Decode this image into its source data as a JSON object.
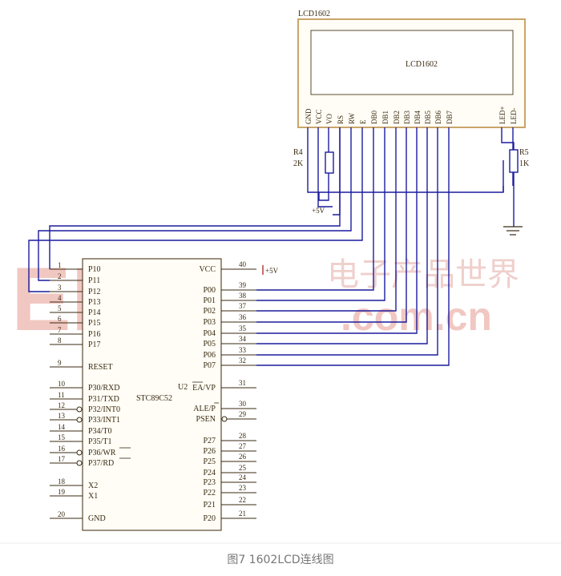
{
  "lcd": {
    "title": "LCD1602",
    "screen_label": "LCD1602",
    "pins": [
      "GND",
      "VCC",
      "VO",
      "RS",
      "RW",
      "E",
      "DB0",
      "DB1",
      "DB2",
      "DB3",
      "DB4",
      "DB5",
      "DB6",
      "DB7",
      "LED+",
      "LED-"
    ]
  },
  "resistors": {
    "r4_name": "R4",
    "r4_value": "2K",
    "r5_name": "R5",
    "r5_value": "1K"
  },
  "supply": {
    "plus5_top": "+5V",
    "plus5_vcc": "+5V"
  },
  "mcu": {
    "ref": "U2",
    "part": "STC89C52",
    "left_pins": [
      {
        "num": "1",
        "name": "P10"
      },
      {
        "num": "2",
        "name": "P11"
      },
      {
        "num": "3",
        "name": "P12"
      },
      {
        "num": "4",
        "name": "P13"
      },
      {
        "num": "5",
        "name": "P14"
      },
      {
        "num": "6",
        "name": "P15"
      },
      {
        "num": "7",
        "name": "P16"
      },
      {
        "num": "8",
        "name": "P17"
      },
      {
        "num": "9",
        "name": "RESET"
      },
      {
        "num": "10",
        "name": "P30/RXD"
      },
      {
        "num": "11",
        "name": "P31/TXD"
      },
      {
        "num": "12",
        "name": "P32/INT0"
      },
      {
        "num": "13",
        "name": "P33/INT1"
      },
      {
        "num": "14",
        "name": "P34/T0"
      },
      {
        "num": "15",
        "name": "P35/T1"
      },
      {
        "num": "16",
        "name": "P36/WR"
      },
      {
        "num": "17",
        "name": "P37/RD"
      },
      {
        "num": "18",
        "name": "X2"
      },
      {
        "num": "19",
        "name": "X1"
      },
      {
        "num": "20",
        "name": "GND"
      }
    ],
    "right_pins": [
      {
        "num": "40",
        "name": "VCC"
      },
      {
        "num": "39",
        "name": "P00"
      },
      {
        "num": "38",
        "name": "P01"
      },
      {
        "num": "37",
        "name": "P02"
      },
      {
        "num": "36",
        "name": "P03"
      },
      {
        "num": "35",
        "name": "P04"
      },
      {
        "num": "34",
        "name": "P05"
      },
      {
        "num": "33",
        "name": "P06"
      },
      {
        "num": "32",
        "name": "P07"
      },
      {
        "num": "31",
        "name": "EA/VP"
      },
      {
        "num": "30",
        "name": "ALE/P"
      },
      {
        "num": "29",
        "name": "PSEN"
      },
      {
        "num": "28",
        "name": "P27"
      },
      {
        "num": "27",
        "name": "P26"
      },
      {
        "num": "26",
        "name": "P25"
      },
      {
        "num": "25",
        "name": "P24"
      },
      {
        "num": "24",
        "name": "P23"
      },
      {
        "num": "23",
        "name": "P22"
      },
      {
        "num": "22",
        "name": "P21"
      },
      {
        "num": "21",
        "name": "P20"
      }
    ]
  },
  "watermark": {
    "logo": "EPW",
    "cn": "电子产品世界",
    "url": ".com.cn"
  },
  "caption": "图7 1602LCD连线图",
  "colors": {
    "wire": "#1c1c9e",
    "ink": "#3a2a10",
    "frame": "#c9a56a",
    "watermark": "#e4a49e"
  }
}
